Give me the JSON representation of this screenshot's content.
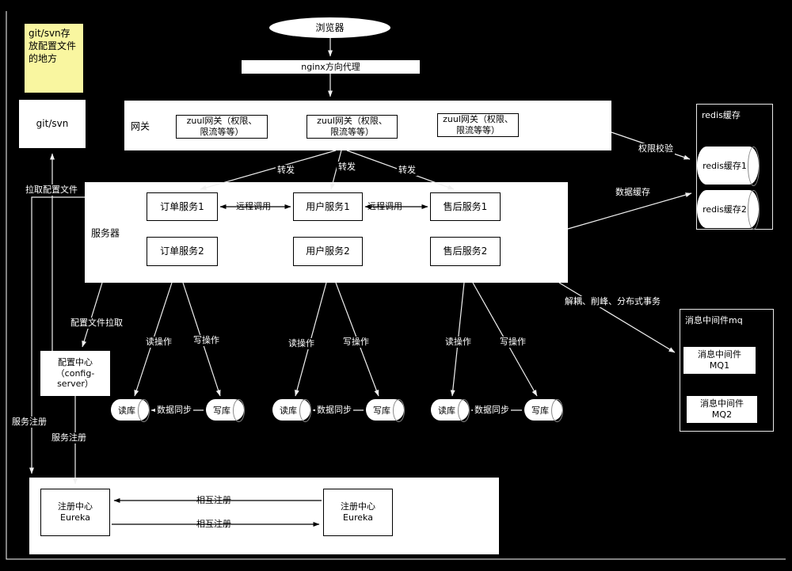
{
  "colors": {
    "background": "#000000",
    "node_fill": "#ffffff",
    "node_text": "#000000",
    "connector": "#f0f0f0",
    "note_fill": "#f9f6a0"
  },
  "nodes": {
    "browser": "浏览器",
    "nginx_proxy": "nginx方向代理",
    "sticky_note": "git/svn存放配置文件的地方",
    "git_svn": "git/svn",
    "gateway_group": "网关",
    "zuul_gateway": "zuul网关（权限、\n限流等等）",
    "redis_group": "redis缓存",
    "redis_cache_1": "redis缓存1",
    "redis_cache_2": "redis缓存2",
    "server_group": "服务器",
    "order_service_1": "订单服务1",
    "user_service_1": "用户服务1",
    "aftersales_service_1": "售后服务1",
    "order_service_2": "订单服务2",
    "user_service_2": "用户服务2",
    "aftersales_service_2": "售后服务2",
    "config_center": "配置中心\n（config-\nserver）",
    "mq_group": "消息中间件mq",
    "mq_1": "消息中间件\nMQ1",
    "mq_2": "消息中间件\nMQ2",
    "read_db": "读库",
    "write_db": "写库",
    "registry_eureka": "注册中心\nEureka"
  },
  "edge_labels": {
    "forward": "转发",
    "remote_call": "远程调用",
    "auth_check": "权限校验",
    "data_cache": "数据缓存",
    "pull_config_file": "拉取配置文件",
    "config_file_pull": "配置文件拉取",
    "decouple_peak_tx": "解耦、削峰、分布式事务",
    "read_op": "读操作",
    "write_op": "写操作",
    "data_sync": "数据同步",
    "service_register": "服务注册",
    "mutual_register": "相互注册"
  }
}
